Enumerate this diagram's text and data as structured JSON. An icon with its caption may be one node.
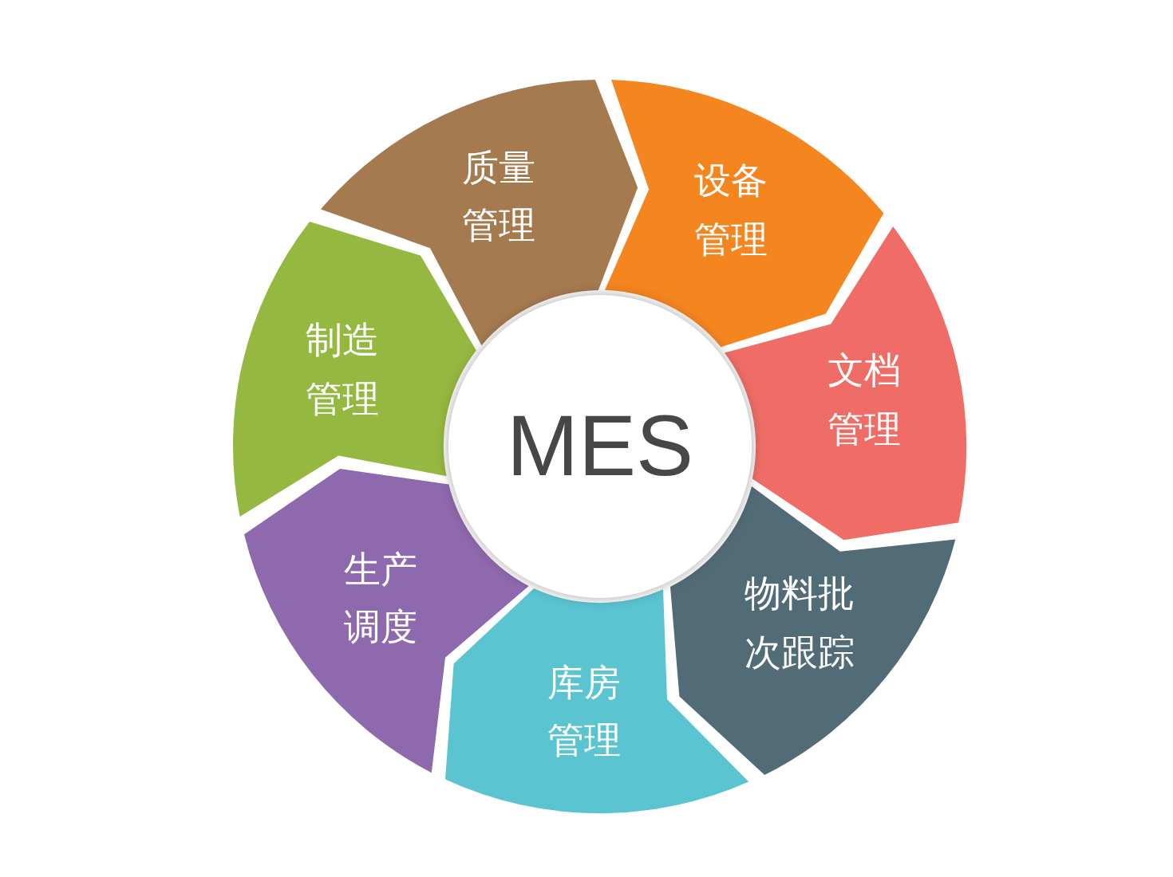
{
  "diagram": {
    "nodes": [
      {
        "text": [
          "MES"
        ]
      },
      {
        "text": [
          "质量管理"
        ]
      },
      {
        "text": [
          "设备管理"
        ]
      },
      {
        "text": [
          "文档管理"
        ]
      },
      {
        "text": [
          "物料批次跟踪"
        ]
      },
      {
        "text": [
          "库房管理"
        ]
      },
      {
        "text": [
          "生产调度"
        ]
      },
      {
        "text": [
          "制造管理"
        ]
      }
    ]
  }
}
